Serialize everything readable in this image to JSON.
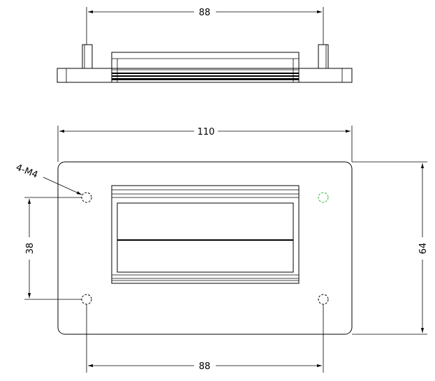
{
  "dimensions": {
    "top_pin_spacing": "88",
    "overall_width": "110",
    "bottom_hole_spacing": "88",
    "vertical_hole_spacing": "38",
    "overall_height": "64"
  },
  "callout": {
    "holes": "4-M4"
  },
  "colors": {
    "line": "#000000",
    "highlight_hole": "#2db52d"
  }
}
